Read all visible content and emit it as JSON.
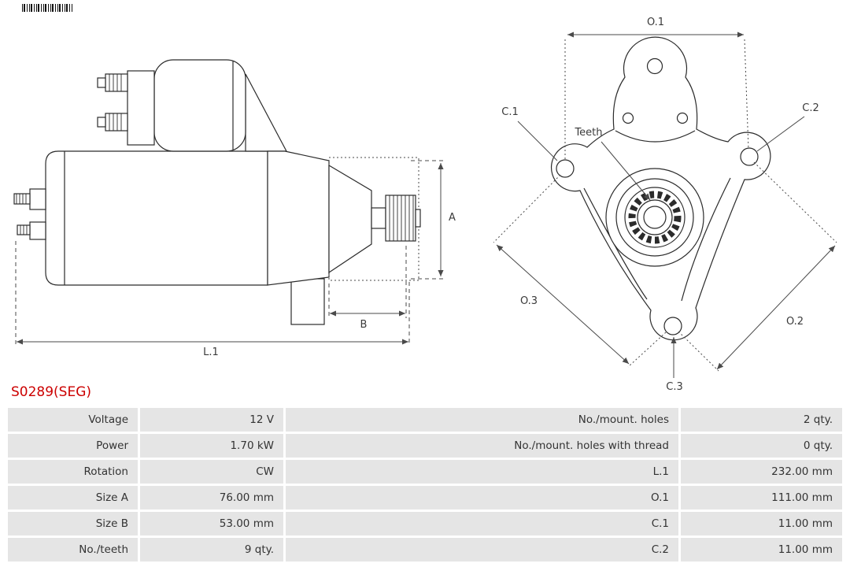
{
  "part_number": "S0289(SEG)",
  "colors": {
    "part_number_accent": "#cc0000",
    "table_cell": "#e5e5e5",
    "drawing_line": "#2b2b2b"
  },
  "diagram": {
    "side": {
      "dim_a": "A",
      "dim_b": "B",
      "dim_l1": "L.1"
    },
    "front": {
      "dim_o1": "O.1",
      "dim_o2": "O.2",
      "dim_o3": "O.3",
      "dim_c1": "C.1",
      "dim_c2": "C.2",
      "dim_c3": "C.3",
      "teeth_label": "Teeth"
    }
  },
  "table": {
    "rows": [
      {
        "label_left": "Voltage",
        "value_left": "12 V",
        "label_right": "No./mount. holes",
        "value_right": "2 qty."
      },
      {
        "label_left": "Power",
        "value_left": "1.70 kW",
        "label_right": "No./mount. holes with thread",
        "value_right": "0 qty."
      },
      {
        "label_left": "Rotation",
        "value_left": "CW",
        "label_right": "L.1",
        "value_right": "232.00 mm"
      },
      {
        "label_left": "Size A",
        "value_left": "76.00 mm",
        "label_right": "O.1",
        "value_right": "111.00 mm"
      },
      {
        "label_left": "Size B",
        "value_left": "53.00 mm",
        "label_right": "C.1",
        "value_right": "11.00 mm"
      },
      {
        "label_left": "No./teeth",
        "value_left": "9 qty.",
        "label_right": "C.2",
        "value_right": "11.00 mm"
      }
    ]
  }
}
